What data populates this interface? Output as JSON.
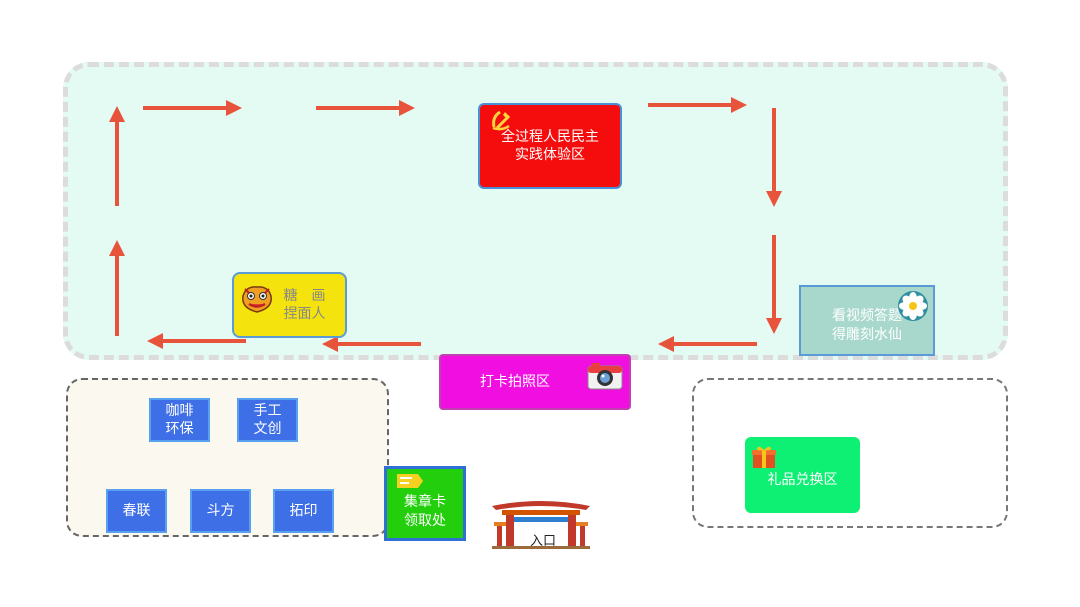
{
  "zones": {
    "democracy": {
      "line1": "全过程人民民主",
      "line2": "实践体验区"
    },
    "sugar": {
      "line1": "糖　画",
      "line2": "捏面人"
    },
    "narcissus": {
      "line1": "看视频答题",
      "line2": "得雕刻水仙"
    },
    "photo": {
      "label": "打卡拍照区"
    },
    "gift": {
      "label": "礼品兑换区"
    },
    "stamp": {
      "line1": "集章卡",
      "line2": "领取处"
    },
    "entrance": {
      "label": "入口"
    }
  },
  "activities": [
    {
      "line1": "咖啡",
      "line2": "环保"
    },
    {
      "line1": "手工",
      "line2": "文创"
    },
    {
      "line1": "春联",
      "line2": ""
    },
    {
      "line1": "斗方",
      "line2": ""
    },
    {
      "line1": "拓印",
      "line2": ""
    }
  ],
  "icons": {
    "democracy": "party-emblem-icon",
    "sugar": "lion-dance-head-icon",
    "narcissus": "flower-icon",
    "photo": "camera-icon",
    "gift": "gift-box-icon",
    "stamp": "ticket-icon",
    "entrance": "archway-gate-icon"
  },
  "colors": {
    "arrow": "#e8533c",
    "democracy": "#f50c0c",
    "sugar": "#f5e30d",
    "narcissus": "#a8d8cc",
    "photo": "#f00ee0",
    "gift": "#0ef073",
    "stamp": "#23ce0d",
    "activity": "#3f6fe6",
    "main_zone": "#e4fbf4"
  }
}
